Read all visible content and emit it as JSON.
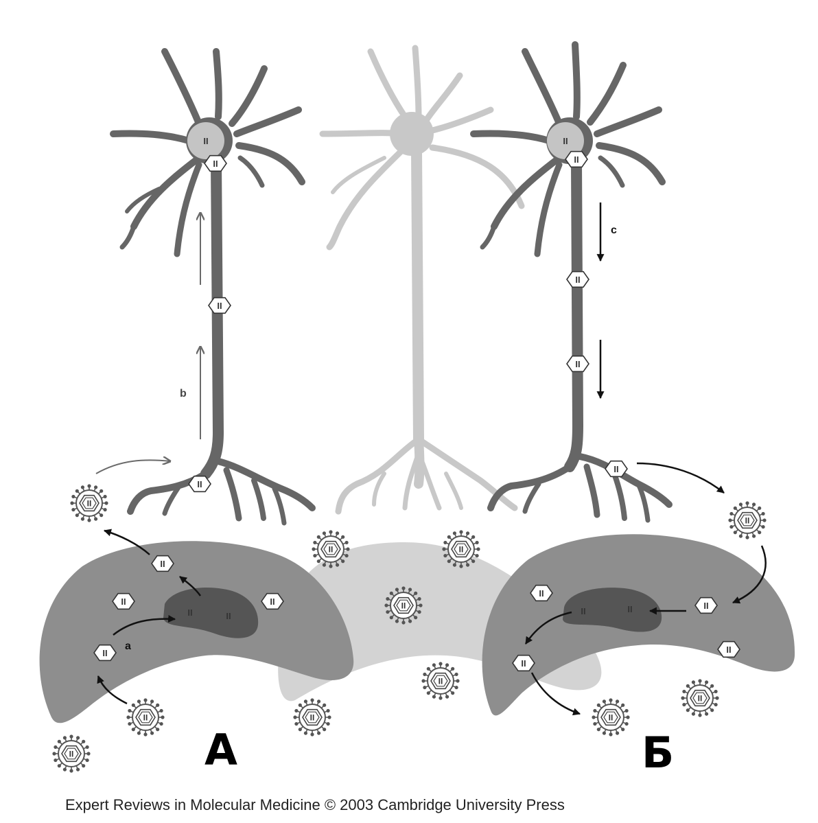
{
  "colors": {
    "neuron_dark": "#666666",
    "neuron_light": "#c8c8c8",
    "nucleus": "#c4c4c4",
    "cell_body": "#8e8e8e",
    "cell_nucleus": "#555555",
    "cell_light": "#d3d3d3",
    "arrow_dark": "#111111",
    "arrow_grey": "#6a6a6a",
    "virus": "#555555"
  },
  "virus_label": "II",
  "genome_label": "II",
  "arrows": {
    "a": "a",
    "b": "b",
    "c": "c"
  },
  "panels": {
    "left": "А",
    "right": "Б"
  },
  "credit": "Expert Reviews in Molecular Medicine © 2003 Cambridge University Press"
}
